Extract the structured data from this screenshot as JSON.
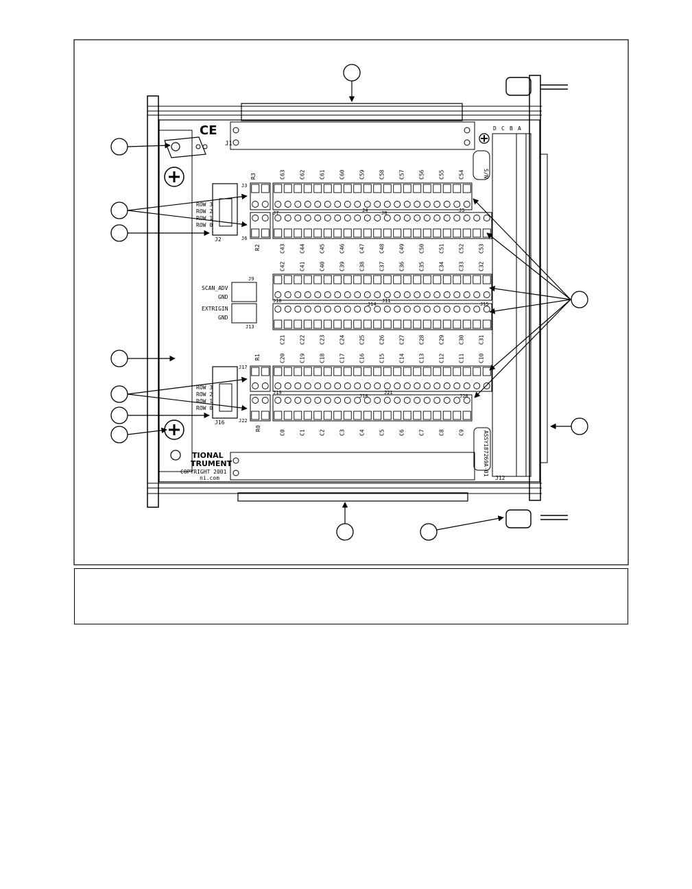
{
  "board": {
    "ce_mark": "CE",
    "brand_lines": [
      "TIONAL",
      "TRUMENT"
    ],
    "copyright": "COPYRIGHT 2001",
    "website": "ni.com",
    "assembly_number": "ASSY187269A-01",
    "serial_label": "S/N",
    "pin_letters": [
      "D",
      "C",
      "B",
      "A"
    ]
  },
  "jumper_blocks": [
    {
      "name": "J2",
      "rows": [
        "ROW 3",
        "ROW 2",
        "ROW 1",
        "ROW 0"
      ]
    },
    {
      "name": "J16",
      "rows": [
        "ROW 3",
        "ROW 2",
        "ROW 1",
        "ROW 0"
      ]
    }
  ],
  "connectors": {
    "top_header": "J1",
    "bottom_header": "J12",
    "terminal_labels": [
      "J3",
      "J4",
      "J5",
      "J6",
      "J7",
      "J8",
      "J9",
      "J10",
      "J11",
      "J13",
      "J14",
      "J15",
      "J17",
      "J18",
      "J19",
      "J20",
      "J21",
      "J22"
    ]
  },
  "aux_signals": [
    "SCAN_ADV",
    "GND",
    "EXTRIGIN",
    "GND"
  ],
  "resistors": [
    "R3",
    "R2",
    "R1",
    "R0"
  ],
  "terminal_rows": {
    "row_a": [
      "C63",
      "C62",
      "C61",
      "C60",
      "C59",
      "C58",
      "C57",
      "C56",
      "C55",
      "C54"
    ],
    "row_b": [
      "C43",
      "C44",
      "C45",
      "C46",
      "C47",
      "C48",
      "C49",
      "C50",
      "C51",
      "C52",
      "C53"
    ],
    "row_c": [
      "C42",
      "C41",
      "C40",
      "C39",
      "C38",
      "C37",
      "C36",
      "C35",
      "C34",
      "C33",
      "C32"
    ],
    "row_d": [
      "C21",
      "C22",
      "C23",
      "C24",
      "C25",
      "C26",
      "C27",
      "C28",
      "C29",
      "C30",
      "C31"
    ],
    "row_e": [
      "C20",
      "C19",
      "C18",
      "C17",
      "C16",
      "C15",
      "C14",
      "C13",
      "C12",
      "C11",
      "C10"
    ],
    "row_f": [
      "C0",
      "C1",
      "C2",
      "C3",
      "C4",
      "C5",
      "C6",
      "C7",
      "C8",
      "C9"
    ]
  },
  "callouts": [
    "",
    "",
    "",
    "",
    "",
    "",
    "",
    "",
    "",
    "",
    "",
    "",
    ""
  ],
  "caption": {
    "text": ""
  }
}
